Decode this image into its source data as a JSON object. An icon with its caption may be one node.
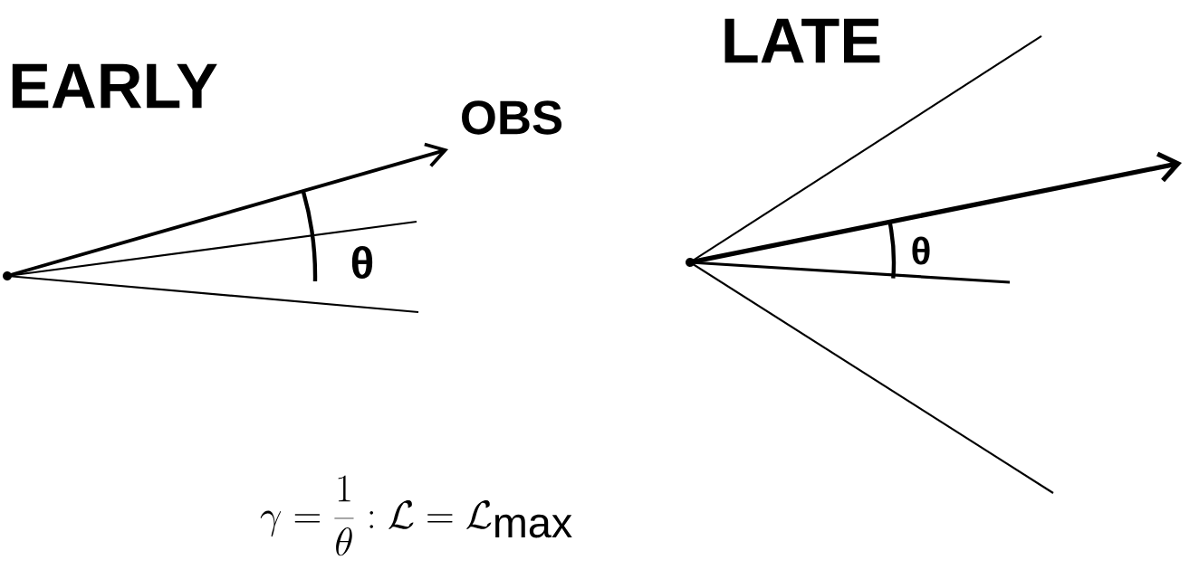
{
  "diagram": {
    "labels": [
      "EARLY",
      "OBS",
      "θ",
      "LATE",
      "θ",
      "\\gamma = \\frac{1}{\\theta} : \\mathcal{L} = \\mathcal{L}_{\\mathrm{max}}"
    ]
  }
}
